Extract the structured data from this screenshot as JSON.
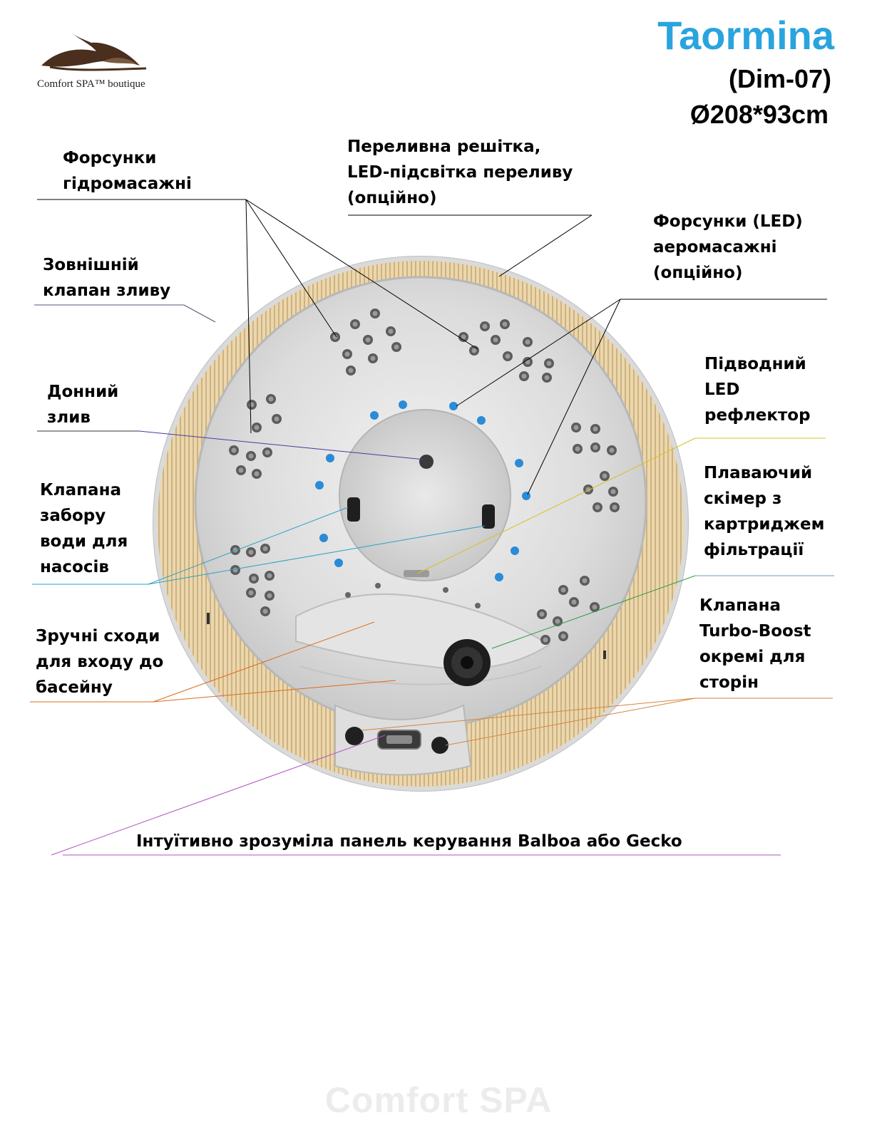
{
  "brand": {
    "name": "Comfort SPA",
    "tagline": "Comfort SPA™ boutique"
  },
  "product": {
    "name": "Taormina",
    "code": "(Dim-07)",
    "size": "Ø208*93cm"
  },
  "labels": {
    "hydro_jets": [
      "Форсунки",
      "гідромасажні"
    ],
    "overflow": [
      "Переливна решітка,",
      "LED-підсвітка переливу",
      "(опційно)"
    ],
    "air_jets": [
      "Форсунки (LED)",
      "аеромасажні",
      "(опційно)"
    ],
    "ext_drain": [
      "Зовнішній",
      "клапан зливу"
    ],
    "bottom_drain": [
      "Донний",
      "злив"
    ],
    "led_reflector": [
      "Підводний",
      "LED",
      "рефлектор"
    ],
    "intake": [
      "Клапана",
      "забору",
      "води для",
      "насосів"
    ],
    "skimmer": [
      "Плаваючий",
      "скімер з",
      "картриджем",
      "фільтрації"
    ],
    "steps": [
      "Зручні сходи",
      "для входу до",
      "басейну"
    ],
    "turbo": [
      "Клапана",
      "Turbo-Boost",
      "окремі для",
      "сторін"
    ],
    "control_panel": "Інтуїтивно зрозуміла панель керування Balboa або Gecko"
  },
  "colors": {
    "title": "#2aa4de",
    "wood_panel": "#e8d2a6",
    "shell": "#d8d8d8",
    "led": "#2b8bd6"
  },
  "icons": [
    "orca-logo-icon"
  ],
  "watermark": "Comfort SPA"
}
